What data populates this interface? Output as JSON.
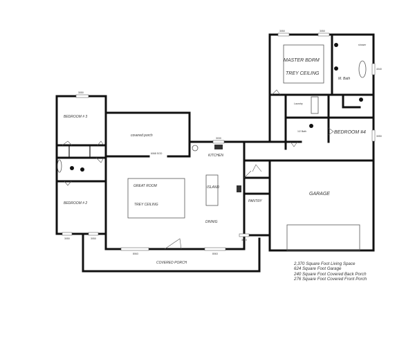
{
  "rooms": {
    "master": "MASTER BDRM",
    "master_ceiling": "TREY CEILING",
    "master_bath": "M. Bath",
    "shower": "shower",
    "laundry": "Laundry",
    "half_bath": "1/2 Bath",
    "bedroom4": "BEDROOM #4",
    "bedroom3": "BEDROOM # 3",
    "bedroom2": "BEDROOM # 2",
    "back_porch": "covered porch",
    "kitchen": "KITCHEN",
    "great_room": "GREAT ROOM",
    "great_room_ceiling": "TREY CEILING",
    "island": "ISLAND",
    "dining": "DINNIG",
    "pantry": "PANTRY",
    "garage": "GARAGE",
    "front_porch": "COVERED PORCH"
  },
  "windows": {
    "w3050": "3050",
    "w4040": "4040",
    "w3030": "3030",
    "slider": "6068 SGD",
    "w8063": "8063"
  },
  "notes": [
    "2,370 Square Foot Living Space",
    "624 Square Foot Garage",
    "240 Square Foot Covered Back Porch",
    "276 Square Foot Covered Front Porch"
  ]
}
